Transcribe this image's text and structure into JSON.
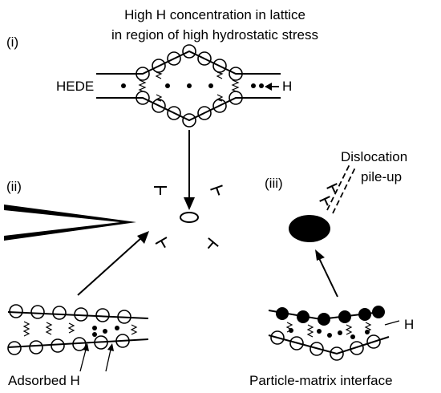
{
  "title": {
    "line1": "High H concentration in lattice",
    "line2": "in region of high hydrostatic stress"
  },
  "panels": {
    "i": {
      "numeral": "(i)",
      "mechanism_label": "HEDE",
      "h_label": "H"
    },
    "ii": {
      "numeral": "(ii)",
      "caption": "Adsorbed H"
    },
    "iii": {
      "numeral": "(iii)",
      "dislocation_line1": "Dislocation",
      "dislocation_line2": "pile-up",
      "h_label": "H",
      "caption": "Particle-matrix interface"
    }
  },
  "colors": {
    "ink": "#000000",
    "background": "#ffffff"
  }
}
